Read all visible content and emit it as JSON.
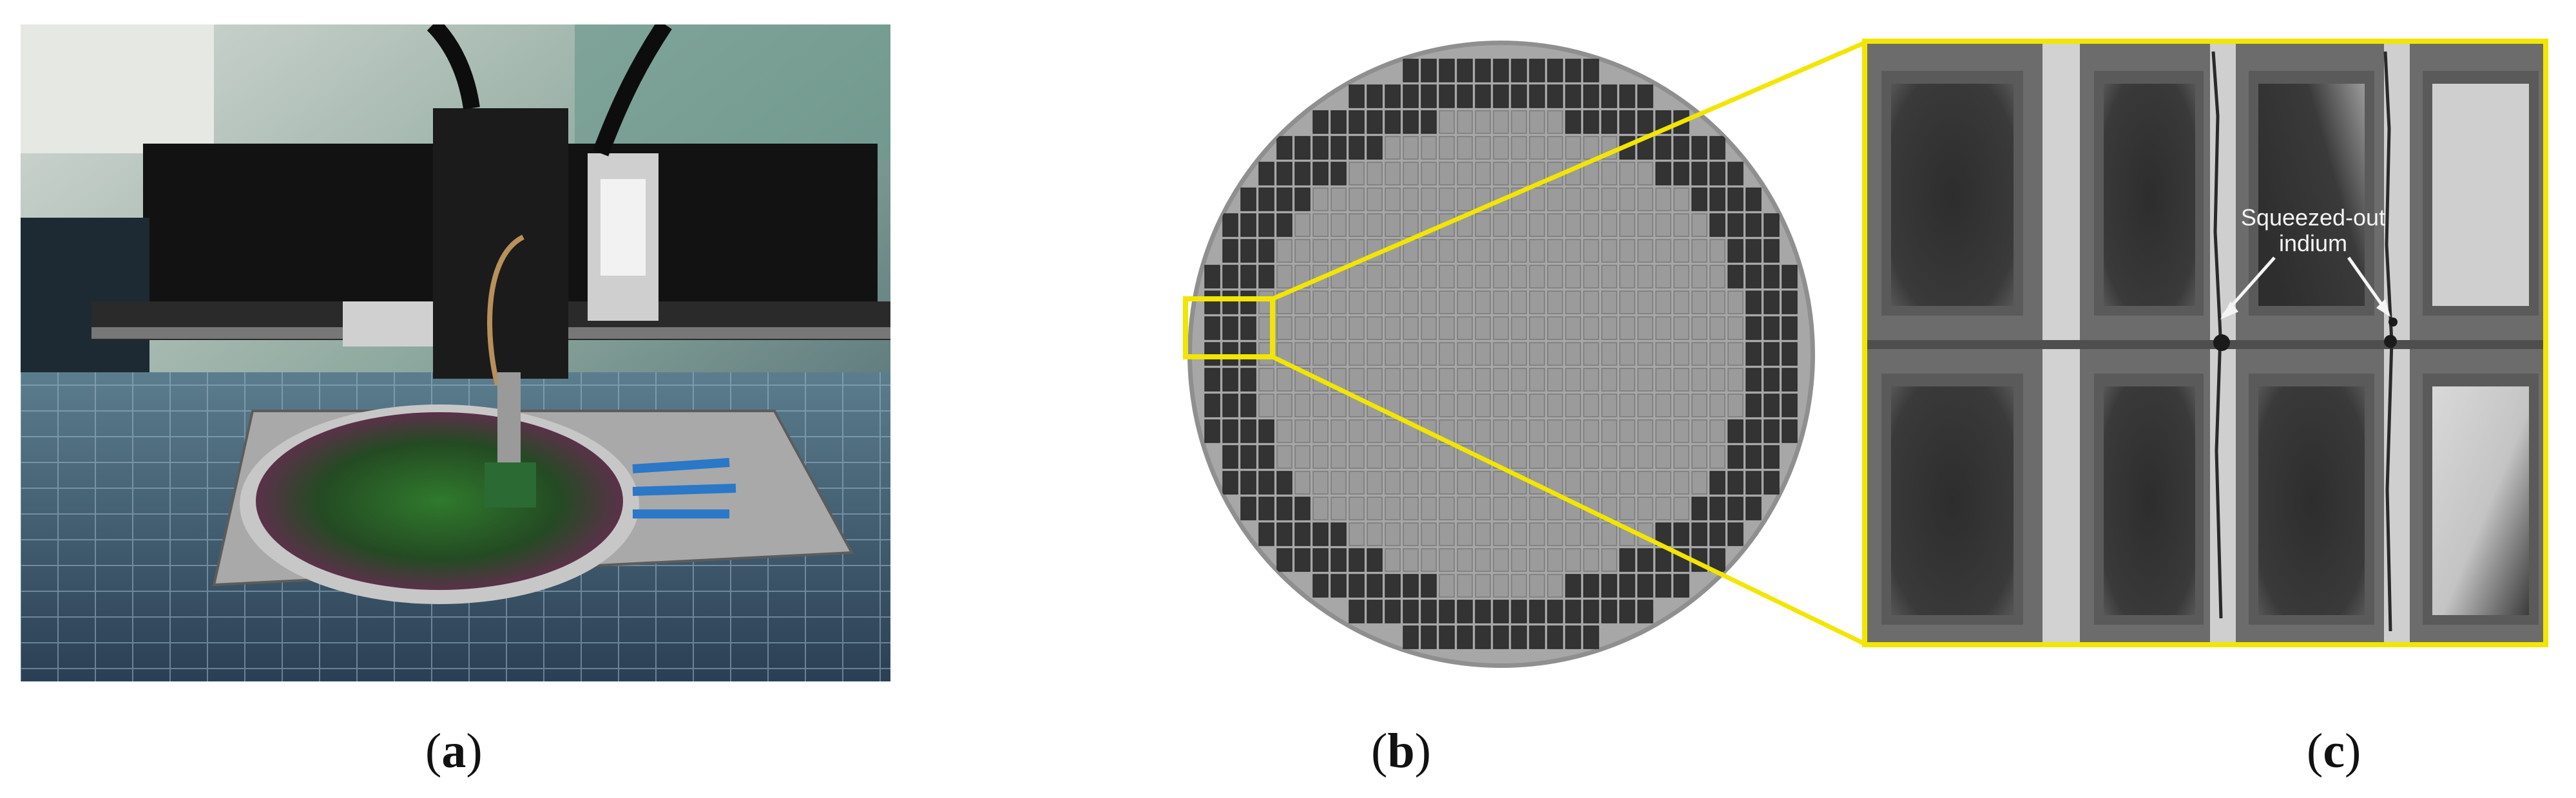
{
  "figure": {
    "panels": [
      {
        "id": "a",
        "caption_letter": "a"
      },
      {
        "id": "b",
        "caption_letter": "b"
      },
      {
        "id": "c",
        "caption_letter": "c"
      }
    ],
    "annotation": {
      "line1": "Squeezed-out",
      "line2": "indium"
    },
    "colors": {
      "highlight": "#f2e600",
      "wafer_gray": "#a7a7a7",
      "die_dark": "#333333"
    }
  }
}
